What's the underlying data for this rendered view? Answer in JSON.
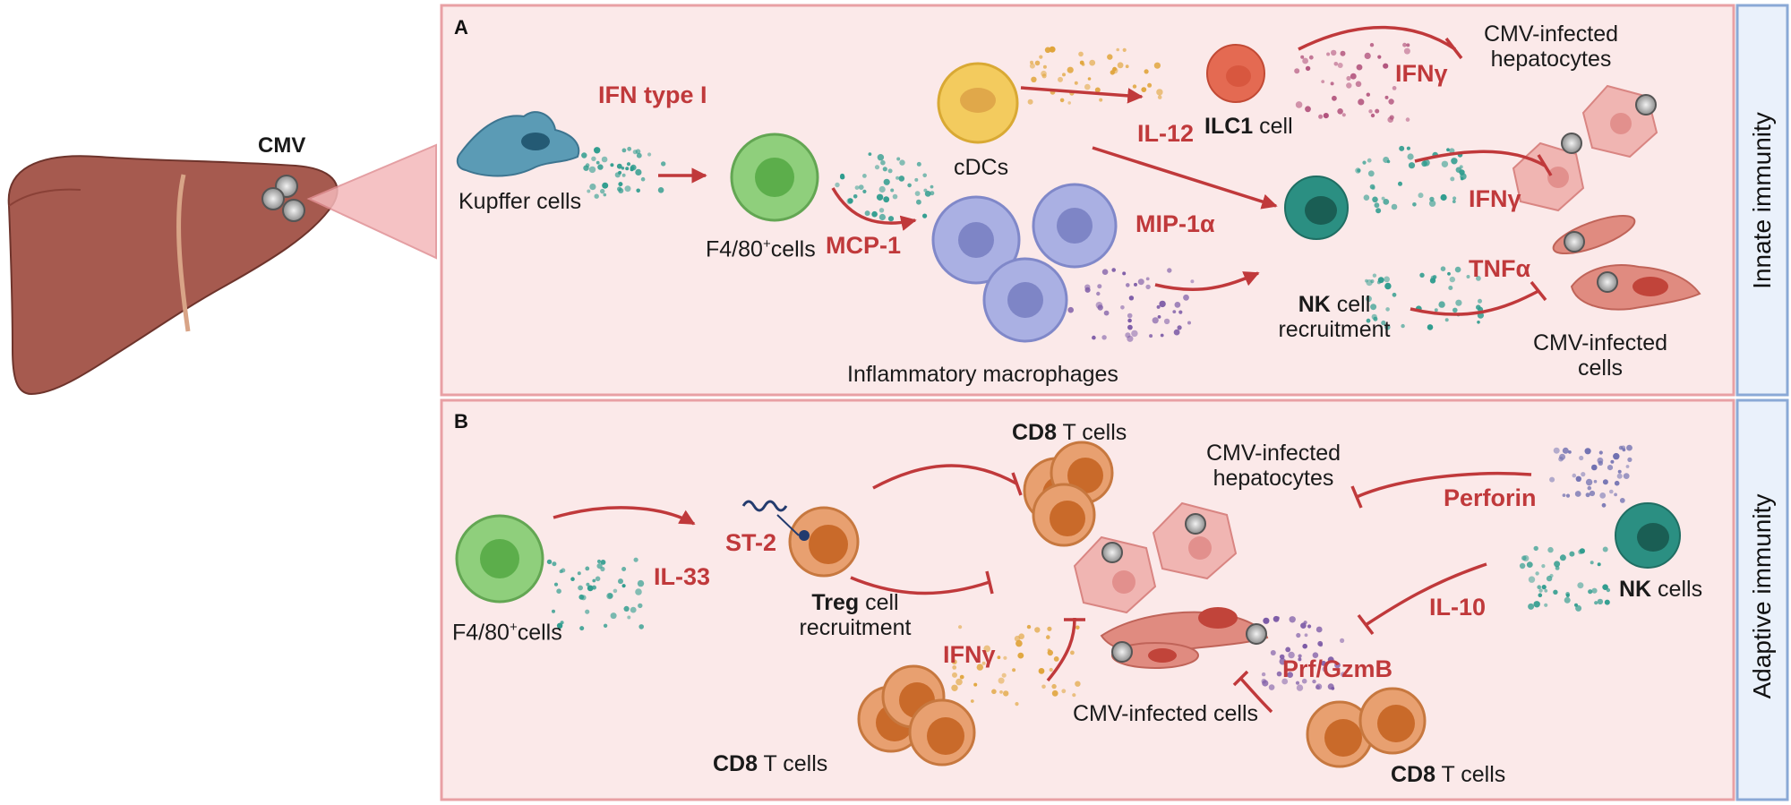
{
  "panels": {
    "a_letter": "A",
    "b_letter": "B",
    "innate_label": "Innate immunity",
    "adaptive_label": "Adaptive immunity"
  },
  "liver": {
    "virus_label": "CMV"
  },
  "panel_a": {
    "kupffer": "Kupffer cells",
    "ifn_type_i": "IFN type I",
    "f480_prefix": "F4/80",
    "f480_sup": "+",
    "f480_suffix": "cells",
    "mcp1": "MCP-1",
    "cdcs": "cDCs",
    "il12": "IL-12",
    "ilc1_bold": "ILC1",
    "ilc1_rest": " cell",
    "ifng_top": "IFNγ",
    "hepatocytes_line1": "CMV-infected",
    "hepatocytes_line2": "hepatocytes",
    "mip1a": "MIP-1α",
    "inflam_macro": "Inflammatory macrophages",
    "nk_bold": "NK",
    "nk_rest": " cell",
    "nk_line2": "recruitment",
    "ifng_nk": "IFNγ",
    "tnfa": "TNFα",
    "infected_line1": "CMV-infected",
    "infected_line2": "cells"
  },
  "panel_b": {
    "f480_prefix": "F4/80",
    "f480_sup": "+",
    "f480_suffix": "cells",
    "il33": "IL-33",
    "st2": "ST-2",
    "treg_bold": "Treg",
    "treg_rest": " cell",
    "treg_line2": "recruitment",
    "cd8_top_bold": "CD8",
    "cd8_top_rest": " T cells",
    "hepatocytes_line1": "CMV-infected",
    "hepatocytes_line2": "hepatocytes",
    "perforin": "Perforin",
    "nk_bold": "NK",
    "nk_rest": " cells",
    "il10": "IL-10",
    "prf_gzmb": "Prf/GzmB",
    "ifng": "IFNγ",
    "infected_cells": "CMV-infected cells",
    "cd8_bl_bold": "CD8",
    "cd8_bl_rest": " T cells",
    "cd8_br_bold": "CD8",
    "cd8_br_rest": " T cells"
  },
  "colors": {
    "panel_fill": "#fbe9e9",
    "panel_border": "#e8a0a4",
    "side_fill": "#eaf1fb",
    "side_border": "#8aa9d6",
    "cytokine_red": "#c0393b",
    "liver": "#a65a4f",
    "kupffer": "#5b9bb5",
    "macrophage_green": "#8fcf7c",
    "cdc_yellow": "#f3cb5e",
    "inflam_purple": "#aab0e3",
    "ilc1_orange": "#e46a52",
    "nk_teal": "#2b8f82",
    "cd8_orange": "#d9874f",
    "infected_pink": "#f0b5b2"
  }
}
